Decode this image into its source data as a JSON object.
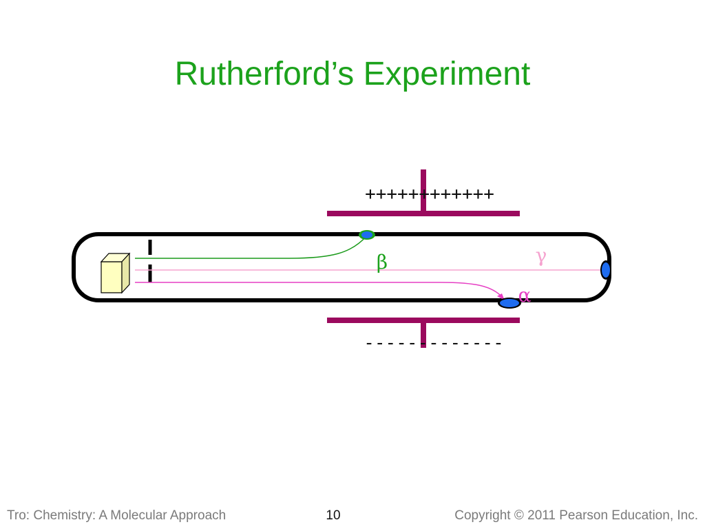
{
  "slide": {
    "title": "Rutherford’s Experiment"
  },
  "diagram": {
    "positive_plate_label": "++++++++++++",
    "negative_plate_label": "-------------",
    "particles": {
      "beta": "β",
      "gamma": "γ",
      "alpha": "α"
    },
    "colors": {
      "title": "#1ca21c",
      "plate": "#9b0a5e",
      "beta_path": "#1a9a1a",
      "gamma_path": "#f5a3cf",
      "alpha_path": "#e63fc4",
      "impact_spot": "#1e6cf0",
      "source_box": "#ffffc0"
    }
  },
  "footer": {
    "book": "Tro: Chemistry: A Molecular Approach",
    "page": "10",
    "copyright": "Copyright © 2011 Pearson Education, Inc."
  }
}
